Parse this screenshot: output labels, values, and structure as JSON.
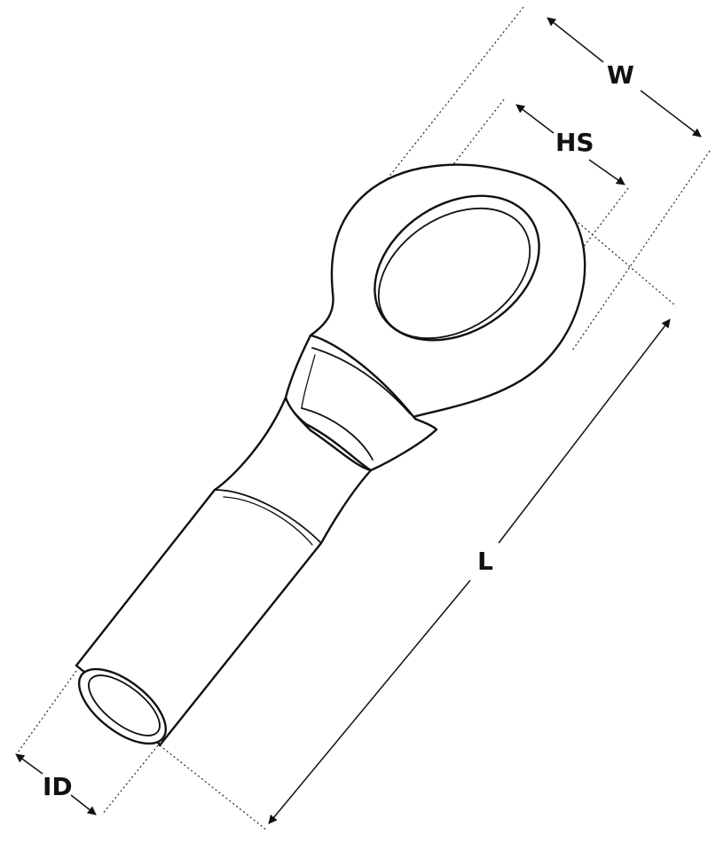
{
  "labels": {
    "width": "W",
    "hole_size": "HS",
    "length": "L",
    "inner_diameter": "ID"
  }
}
